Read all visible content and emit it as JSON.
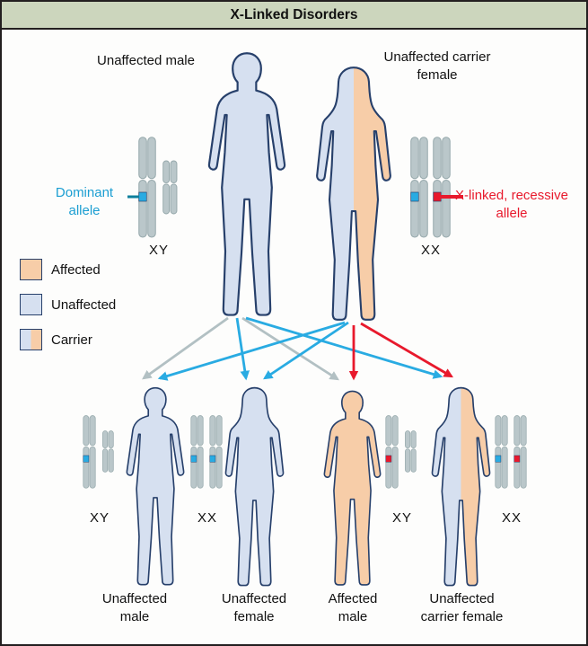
{
  "title": "X-Linked Disorders",
  "parents": {
    "father": {
      "label": "Unaffected male",
      "karyotype": "XY"
    },
    "mother": {
      "label": "Unaffected carrier female",
      "karyotype": "XX"
    }
  },
  "callouts": {
    "dominant": "Dominant allele",
    "recessive": "X-linked, recessive allele"
  },
  "legend": [
    {
      "type": "affected",
      "label": "Affected"
    },
    {
      "type": "unaffected",
      "label": "Unaffected"
    },
    {
      "type": "carrier",
      "label": "Carrier"
    }
  ],
  "children": [
    {
      "label": "Unaffected male",
      "karyotype": "XY",
      "phenotype": "unaffected"
    },
    {
      "label": "Unaffected female",
      "karyotype": "XX",
      "phenotype": "unaffected"
    },
    {
      "label": "Affected male",
      "karyotype": "XY",
      "phenotype": "affected"
    },
    {
      "label": "Unaffected carrier female",
      "karyotype": "XX",
      "phenotype": "carrier"
    }
  ],
  "colors": {
    "affected": "#f7cda8",
    "unaffected": "#d6e0f0",
    "outline": "#27406b",
    "dominant_allele": "#29abe2",
    "recessive_allele": "#e8192c",
    "dominant_text": "#1b9ed2",
    "recessive_text": "#e8192c",
    "chromosome_fill": "#bac7ca",
    "chromosome_stroke": "#95a8ab",
    "arrow_gray": "#b2c0c3",
    "title_bg": "#ccd6bd",
    "pointer_teal": "#0d7f9c"
  }
}
